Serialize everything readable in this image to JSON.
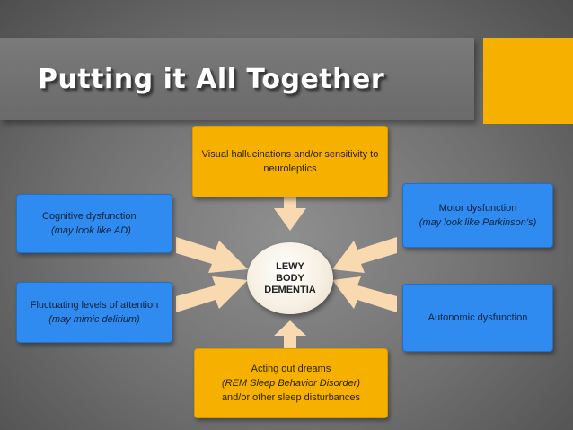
{
  "title": "Putting it All Together",
  "center": {
    "lines": [
      "LEWY",
      "BODY",
      "DEMENTIA"
    ]
  },
  "boxes": {
    "top": {
      "text": "Visual hallucinations and/or sensitivity to neuroleptics"
    },
    "left_top": {
      "line1": "Cognitive dysfunction",
      "line2": "(may look like AD)"
    },
    "left_bottom": {
      "line1": "Fluctuating levels of attention",
      "line2": "(may mimic delirium)"
    },
    "right_top": {
      "line1": "Motor dysfunction",
      "line2": "(may look like Parkinson’s)"
    },
    "right_bottom": {
      "text": "Autonomic dysfunction"
    },
    "bottom": {
      "line1": "Acting out dreams",
      "line2": "(REM Sleep Behavior Disorder)",
      "line3": "and/or other sleep disturbances"
    }
  },
  "colors": {
    "gold": "#f5b000",
    "blue": "#2f8bf0",
    "arrow": "#f8d9b0"
  }
}
